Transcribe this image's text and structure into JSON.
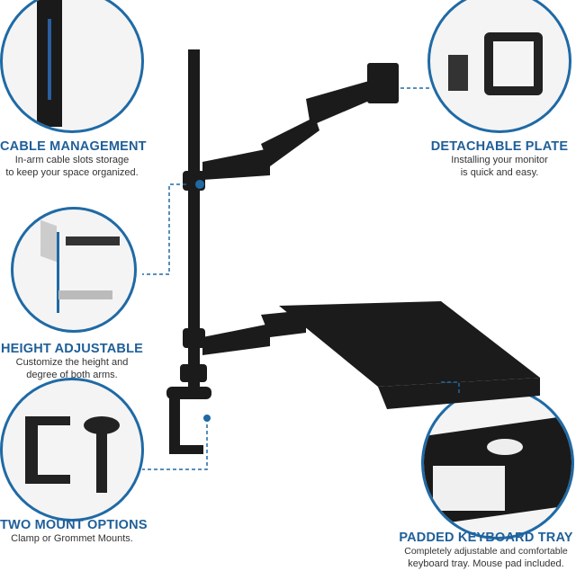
{
  "features": [
    {
      "title": "CABLE MANAGEMENT",
      "desc1": "In-arm cable slots storage",
      "desc2": "to keep your space organized."
    },
    {
      "title": "DETACHABLE PLATE",
      "desc1": "Installing your monitor",
      "desc2": "is quick and easy."
    },
    {
      "title": "HEIGHT ADJUSTABLE",
      "desc1": "Customize the height and",
      "desc2": "degree of both arms."
    },
    {
      "title": "TWO MOUNT OPTIONS",
      "desc1": "Clamp or Grommet Mounts.",
      "desc2": ""
    },
    {
      "title": "PADDED KEYBOARD TRAY",
      "desc1": "Completely adjustable and comfortable",
      "desc2": "keyboard tray. Mouse pad included."
    }
  ],
  "colors": {
    "accent": "#1f6aa5",
    "product": "#1b1b1b"
  }
}
